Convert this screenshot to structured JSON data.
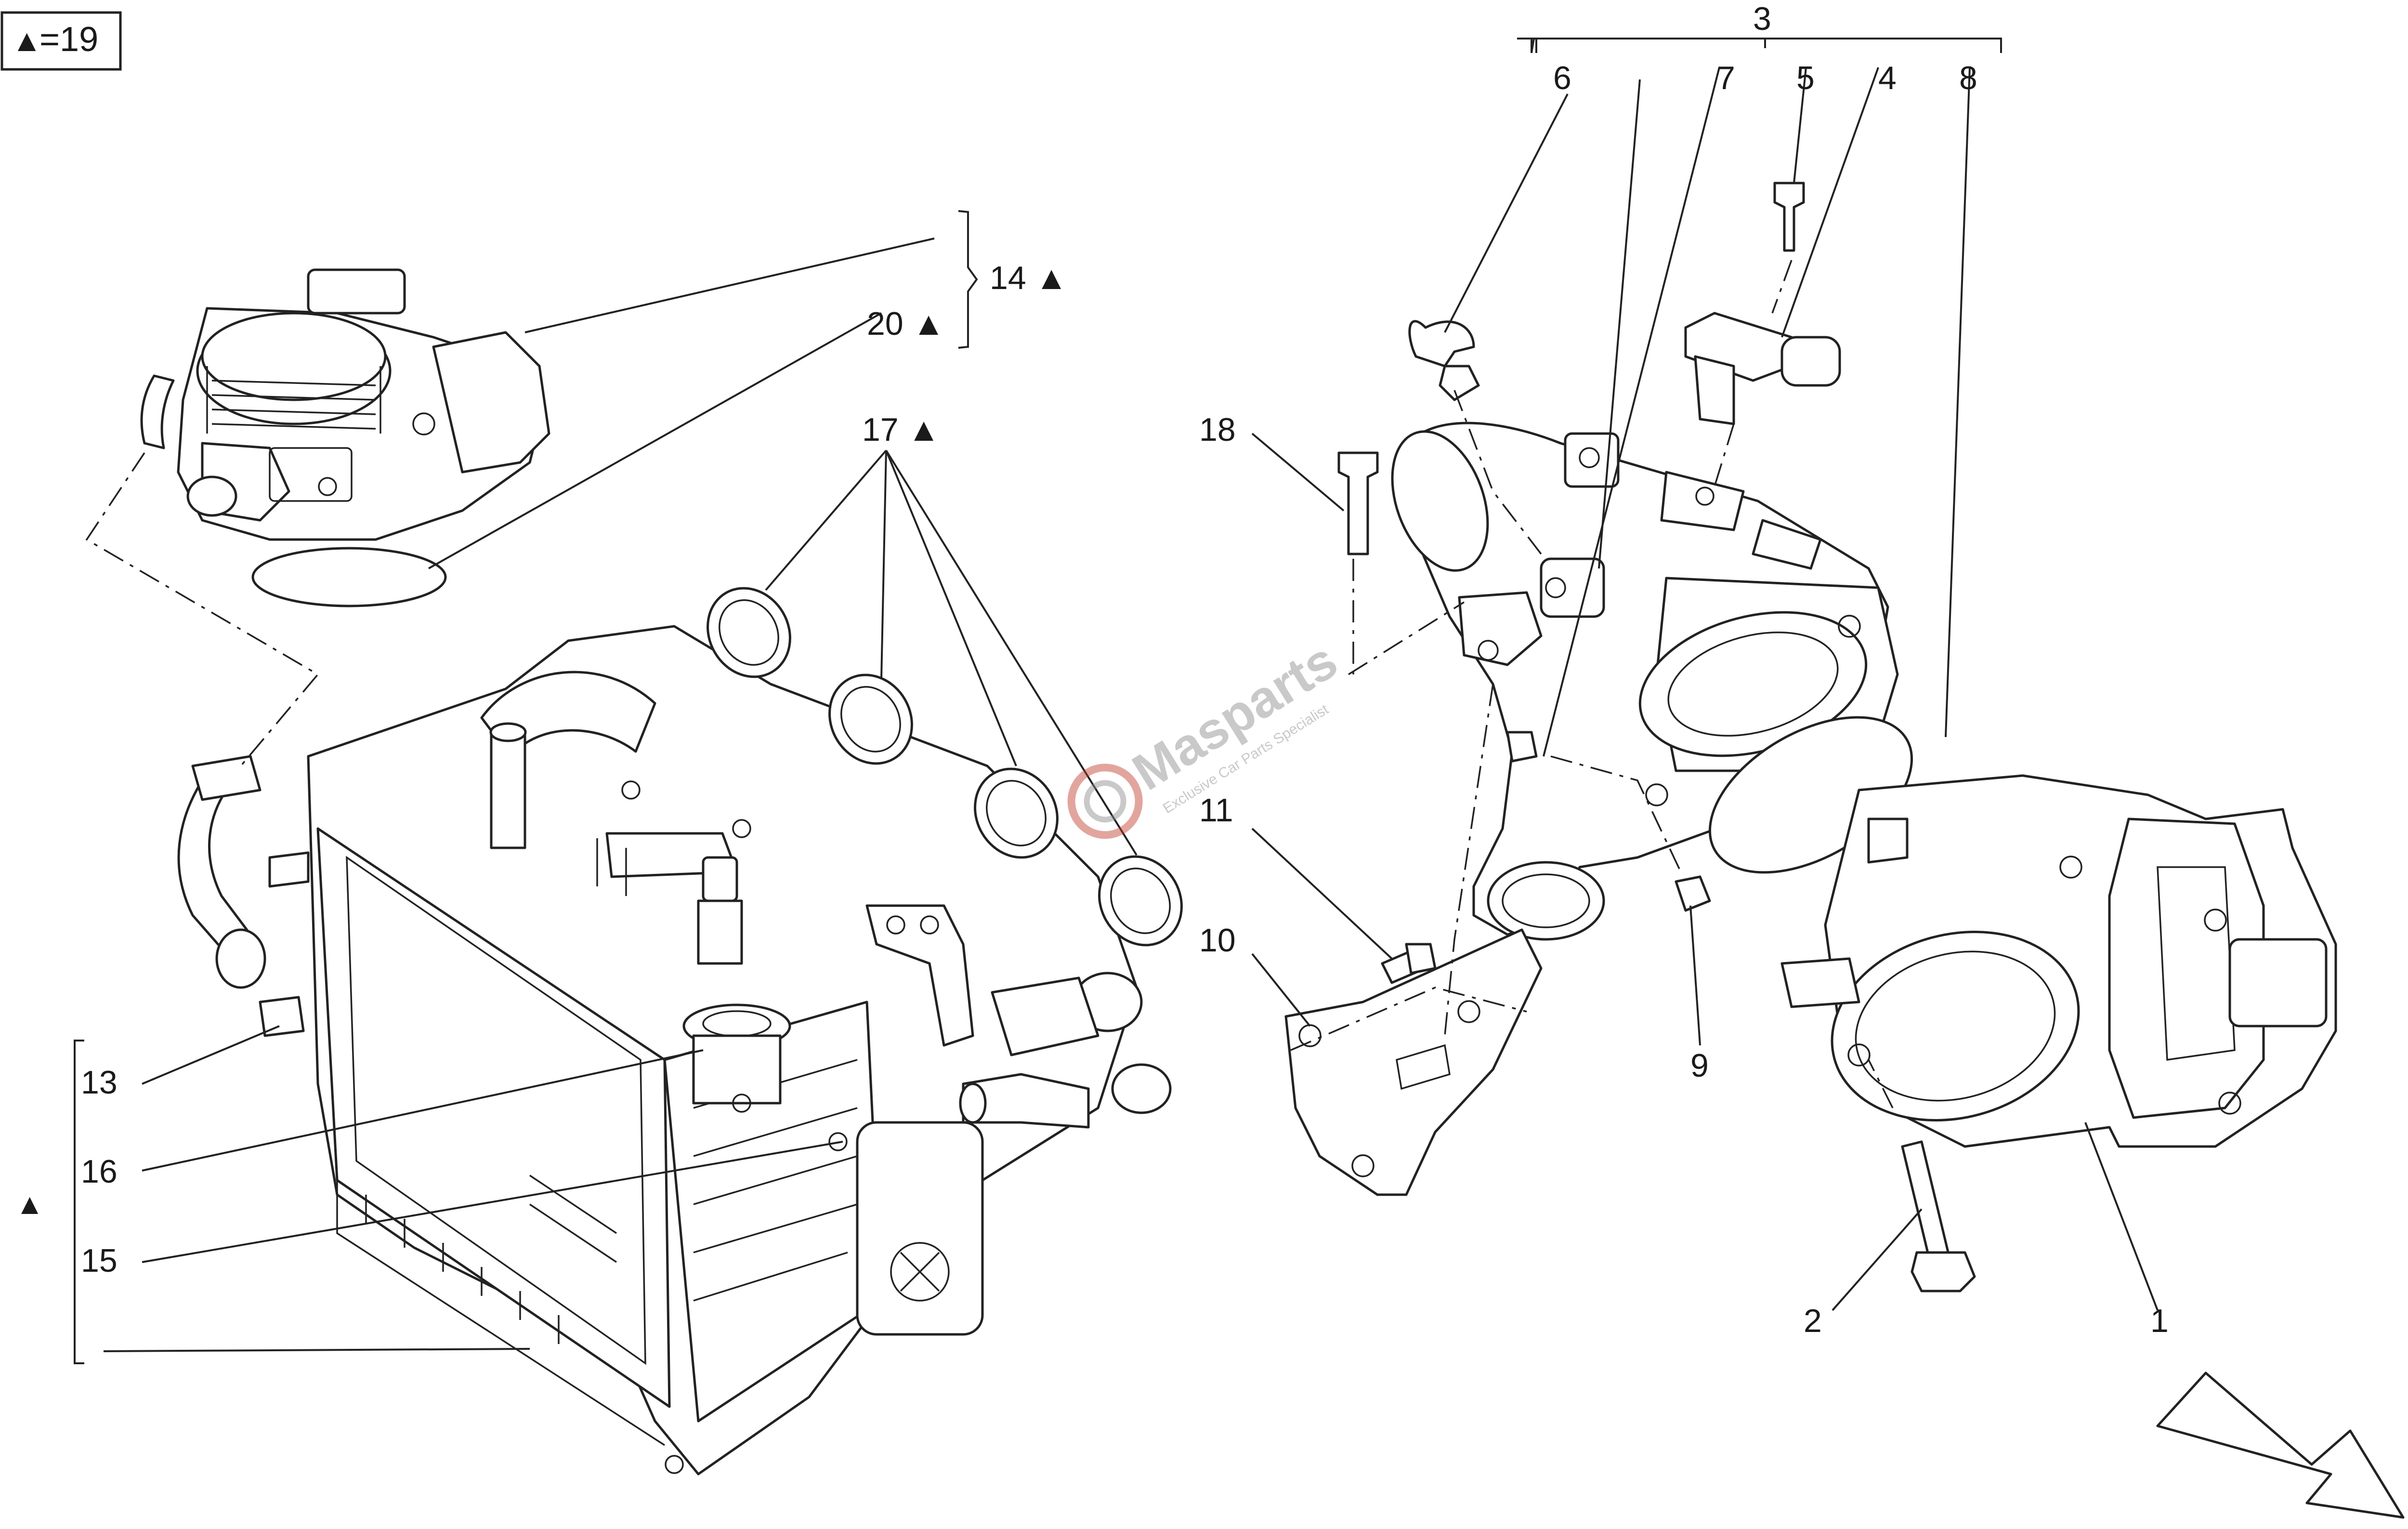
{
  "legend": {
    "symbol": "▲",
    "text": "=19"
  },
  "labels": {
    "l1": "1",
    "l2": "2",
    "l3": "3",
    "l4": "4",
    "l5": "5",
    "l6": "6",
    "l7": "7",
    "l8": "8",
    "l9": "9",
    "l10": "10",
    "l11": "11",
    "l13": "13",
    "l14": "14 ▲",
    "l15": "15",
    "l16": "16",
    "l17": "17 ▲",
    "l18": "18",
    "l20": "20 ▲",
    "tri": "▲"
  },
  "watermark": {
    "brand": "Masparts",
    "tagline": "Exclusive Car Parts Specialist"
  },
  "colors": {
    "line": "#222222",
    "watermark_red": "#c0392b",
    "watermark_grey": "#8a8a8a"
  }
}
